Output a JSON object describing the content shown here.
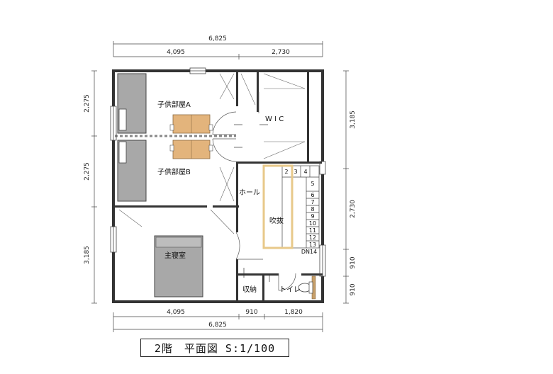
{
  "dimensions": {
    "top_total": "6,825",
    "top_left": "4,095",
    "top_right": "2,730",
    "bottom_total": "6,825",
    "bottom_left": "4,095",
    "bottom_mid": "910",
    "bottom_right": "1,820",
    "left_1": "2,275",
    "left_2": "2,275",
    "left_3": "3,185",
    "right_1": "3,185",
    "right_2": "2,730",
    "right_3": "910",
    "right_4": "910"
  },
  "rooms": {
    "kids_a": "子供部屋A",
    "kids_b": "子供部屋B",
    "wic": "W I C",
    "hall": "ホール",
    "void": "吹抜",
    "master": "主寝室",
    "storage": "収納",
    "toilet": "トイレ"
  },
  "stairs": {
    "steps_top": [
      "2",
      "3",
      "4"
    ],
    "steps_side": [
      "5",
      "6",
      "7",
      "8",
      "9",
      "10",
      "11",
      "12",
      "13"
    ],
    "dn_label": "DN14"
  },
  "title": "2階　平面図 S:1/100",
  "colors": {
    "wall": "#333333",
    "bed": "#a8a8a8",
    "desk": "#e3b47c",
    "void_border": "#e8c98a"
  }
}
